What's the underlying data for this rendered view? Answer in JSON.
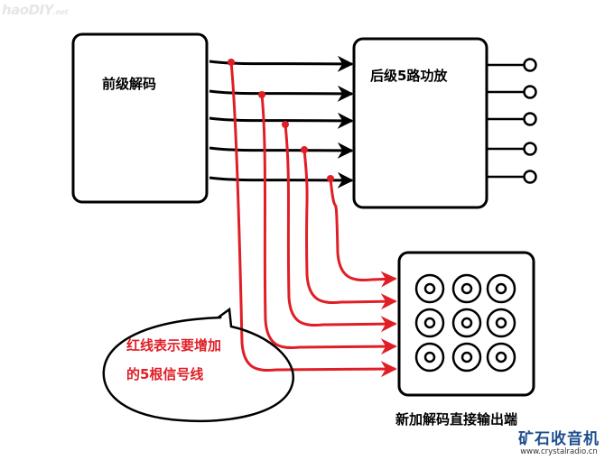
{
  "watermark": {
    "text": "haoDIY",
    "suffix": ".net"
  },
  "blocks": {
    "pre_decoder": {
      "label": "前级解码"
    },
    "amp": {
      "label": "后级5路功放"
    },
    "new_output": {
      "label": "新加解码直接输出端"
    }
  },
  "callout": {
    "line1": "红线表示要增加",
    "line2": "的5根信号线"
  },
  "counts": {
    "signal_lines": 5,
    "amp_outputs": 5,
    "jacks_rows": 3,
    "jacks_cols": 3
  },
  "colors": {
    "ink": "#000000",
    "red_line": "#e01e26",
    "callout_text": "#e01e26",
    "brand": "#1f4f8f"
  },
  "brand": {
    "name": "矿石收音机",
    "url": "www.crystalradio.cn"
  }
}
